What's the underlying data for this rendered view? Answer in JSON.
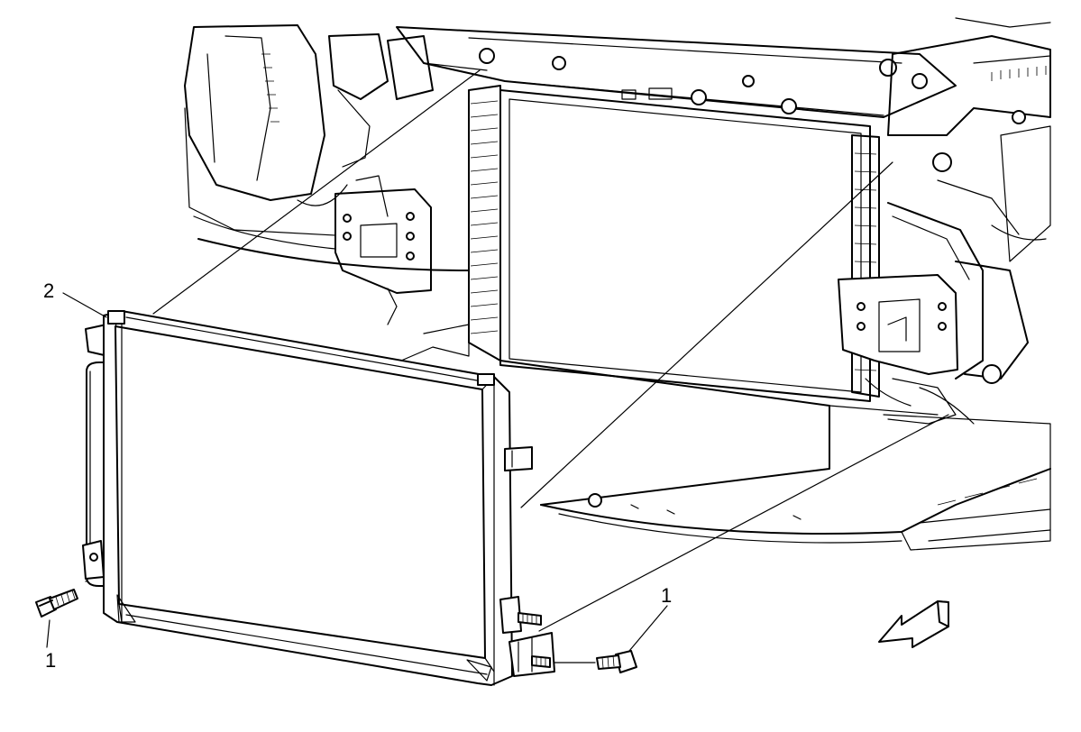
{
  "callouts": [
    {
      "id": "fastener-left",
      "label": "1"
    },
    {
      "id": "condenser",
      "label": "2"
    },
    {
      "id": "fastener-right",
      "label": "1"
    }
  ],
  "direction_arrow": {
    "icon": "front-direction-arrow-icon"
  },
  "colors": {
    "line": "#000000",
    "background": "#ffffff"
  }
}
